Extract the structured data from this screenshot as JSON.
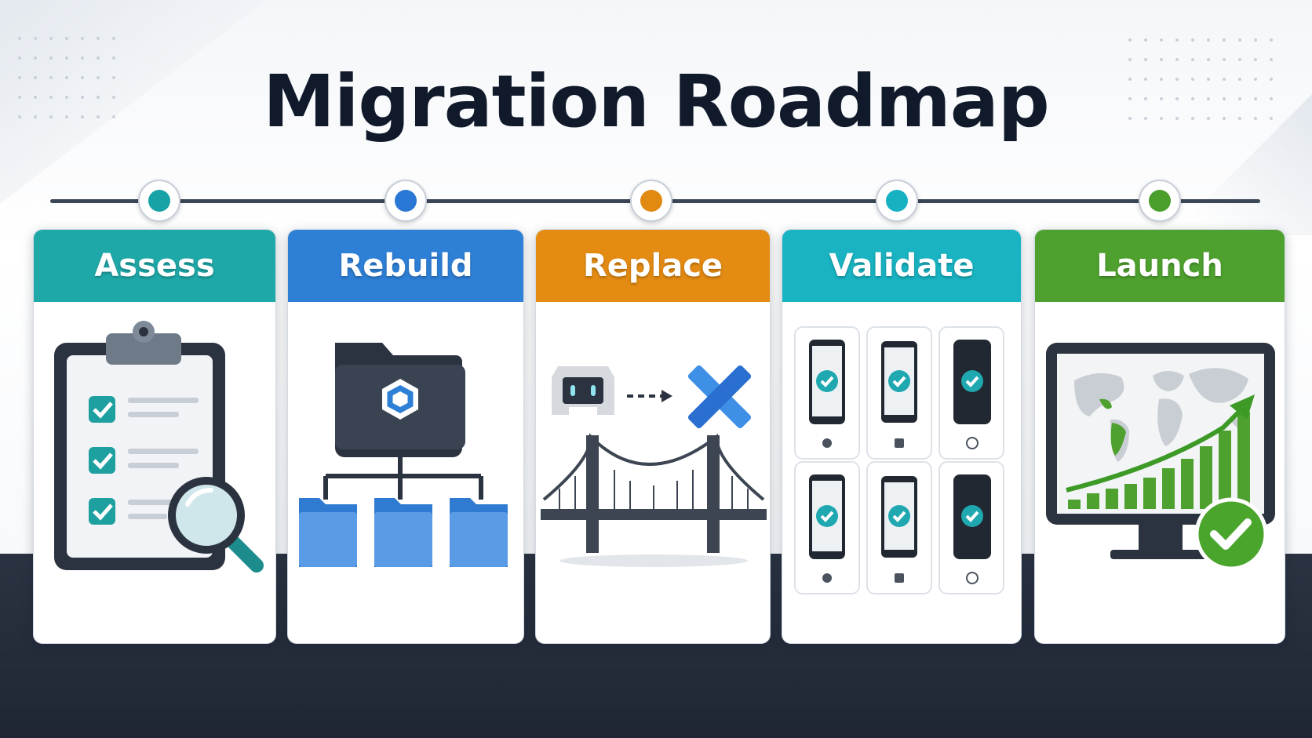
{
  "title": "Migration Roadmap",
  "timeline": {
    "nodes": [
      {
        "color": "#17a2a6"
      },
      {
        "color": "#2a78d6"
      },
      {
        "color": "#e08a12"
      },
      {
        "color": "#17b1c4"
      },
      {
        "color": "#4a9e2c"
      }
    ]
  },
  "stages": [
    {
      "label": "Assess",
      "color": "#1fa8a8",
      "icon": "clipboard-checklist-magnifier-icon"
    },
    {
      "label": "Rebuild",
      "color": "#2e7fd6",
      "icon": "folder-hierarchy-icon"
    },
    {
      "label": "Replace",
      "color": "#e38b12",
      "icon": "bridge-replace-icon"
    },
    {
      "label": "Validate",
      "color": "#19b3c2",
      "icon": "devices-check-grid-icon"
    },
    {
      "label": "Launch",
      "color": "#4ea12e",
      "icon": "monitor-growth-check-icon"
    }
  ]
}
